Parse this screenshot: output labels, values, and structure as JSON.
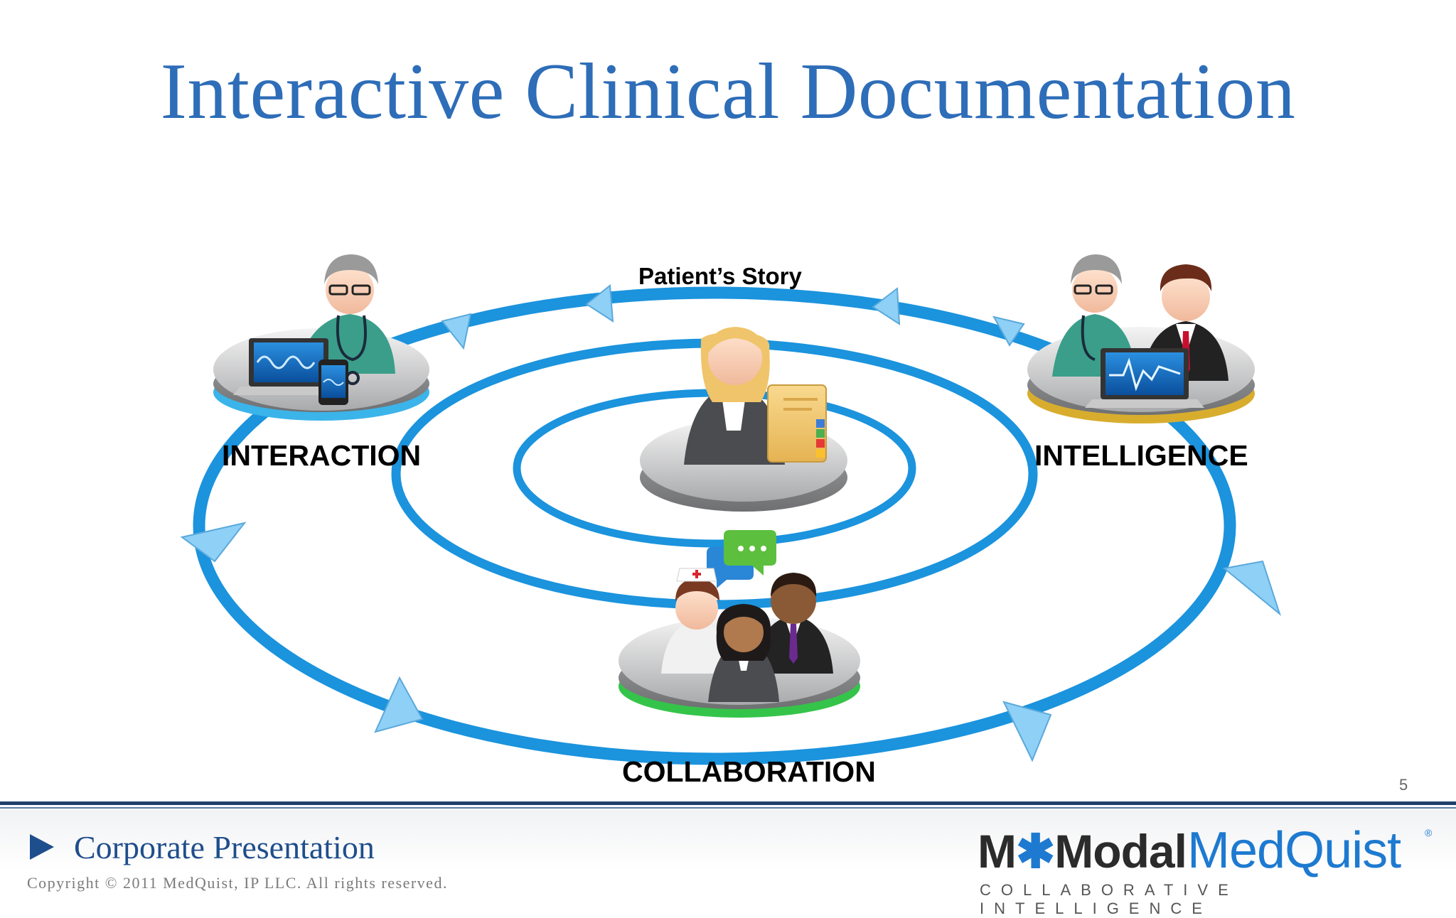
{
  "slide": {
    "title": "Interactive Clinical Documentation",
    "page_number": "5"
  },
  "diagram": {
    "cycle_label": "Patient’s Story",
    "nodes": {
      "interaction": "INTERACTION",
      "intelligence": "INTELLIGENCE",
      "collaboration": "COLLABORATION"
    },
    "colors": {
      "ring": "#1b93dd",
      "arrow": "#8fd0f6",
      "interaction_rim": "#3bb4ea",
      "intelligence_rim": "#d8ad2e",
      "collaboration_rim": "#35c44a"
    }
  },
  "footer": {
    "presentation_label": "Corporate Presentation",
    "copyright": "Copyright © 2011 MedQuist, IP LLC. All rights reserved.",
    "logo_mmodal_left": "M",
    "logo_mmodal_star": "✱",
    "logo_mmodal_right": "Modal",
    "logo_medquist": "MedQuist",
    "registered_mark": "®",
    "tagline": "COLLABORATIVE INTELLIGENCE"
  }
}
